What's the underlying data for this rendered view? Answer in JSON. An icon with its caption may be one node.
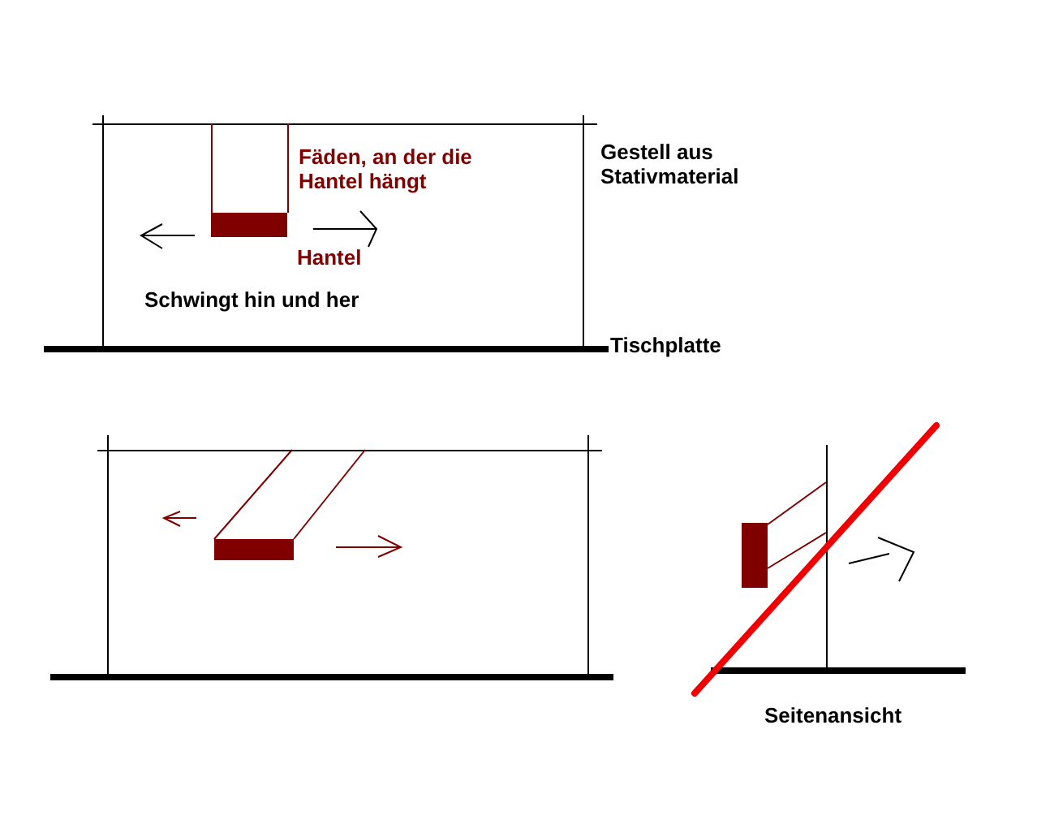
{
  "diagram": {
    "labels": [
      "Fäden, an der die Hantel hängt",
      "Gestell aus Stativmaterial",
      "Hantel",
      "Schwingt hin und her",
      "Tischplatte",
      "Seitenansicht"
    ]
  }
}
